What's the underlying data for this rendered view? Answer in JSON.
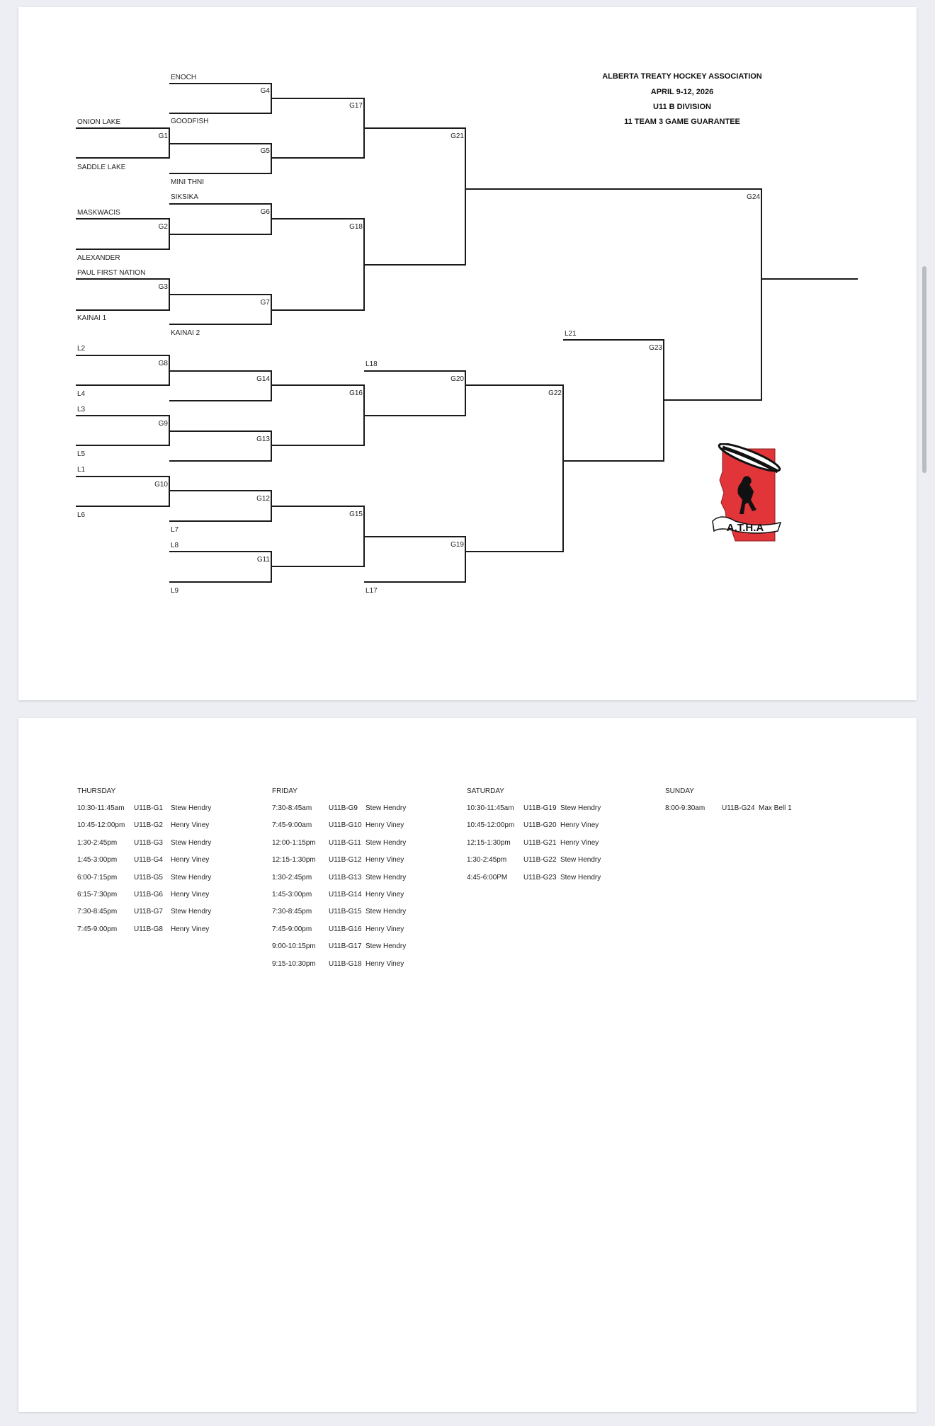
{
  "header": {
    "lines": [
      "ALBERTA TREATY HOCKEY ASSOCIATION",
      "APRIL 9-12, 2026",
      "U11 B DIVISION",
      "11 TEAM 3 GAME GUARANTEE"
    ]
  },
  "bracket": {
    "teams": {
      "enoch": "ENOCH",
      "goodfish": "GOODFISH",
      "onion_lake": "ONION LAKE",
      "saddle_lake": "SADDLE LAKE",
      "mini_thni": "MINI THNI",
      "siksika": "SIKSIKA",
      "maskwacis": "MASKWACIS",
      "alexander": "ALEXANDER",
      "paul": "PAUL FIRST NATION",
      "kainai1": "KAINAI 1",
      "kainai2": "KAINAI 2"
    },
    "losers": {
      "l1": "L1",
      "l2": "L2",
      "l3": "L3",
      "l4": "L4",
      "l5": "L5",
      "l6": "L6",
      "l7": "L7",
      "l8": "L8",
      "l9": "L9",
      "l17": "L17",
      "l18": "L18",
      "l21": "L21"
    },
    "games": {
      "g1": "G1",
      "g2": "G2",
      "g3": "G3",
      "g4": "G4",
      "g5": "G5",
      "g6": "G6",
      "g7": "G7",
      "g8": "G8",
      "g9": "G9",
      "g10": "G10",
      "g11": "G11",
      "g12": "G12",
      "g13": "G13",
      "g14": "G14",
      "g15": "G15",
      "g16": "G16",
      "g17": "G17",
      "g18": "G18",
      "g19": "G19",
      "g20": "G20",
      "g21": "G21",
      "g22": "G22",
      "g23": "G23",
      "g24": "G24"
    }
  },
  "logo": {
    "text": "A.T.H.A",
    "color": "#e2353a"
  },
  "schedule": [
    {
      "day": "THURSDAY",
      "rows": [
        [
          "10:30-11:45am",
          "U11B-G1",
          "Stew Hendry"
        ],
        [
          "10:45-12:00pm",
          "U11B-G2",
          "Henry Viney"
        ],
        [
          "1:30-2:45pm",
          "U11B-G3",
          "Stew Hendry"
        ],
        [
          "1:45-3:00pm",
          "U11B-G4",
          "Henry Viney"
        ],
        [
          "6:00-7:15pm",
          "U11B-G5",
          "Stew Hendry"
        ],
        [
          "6:15-7:30pm",
          "U11B-G6",
          "Henry Viney"
        ],
        [
          "7:30-8:45pm",
          "U11B-G7",
          "Stew Hendry"
        ],
        [
          "7:45-9:00pm",
          "U11B-G8",
          "Henry Viney"
        ]
      ]
    },
    {
      "day": "FRIDAY",
      "rows": [
        [
          "7:30-8:45am",
          "U11B-G9",
          "Stew Hendry"
        ],
        [
          "7:45-9:00am",
          "U11B-G10",
          "Henry Viney"
        ],
        [
          "12:00-1:15pm",
          "U11B-G11",
          "Stew Hendry"
        ],
        [
          "12:15-1:30pm",
          "U11B-G12",
          "Henry Viney"
        ],
        [
          "1:30-2:45pm",
          "U11B-G13",
          "Stew Hendry"
        ],
        [
          "1:45-3:00pm",
          "U11B-G14",
          "Henry Viney"
        ],
        [
          "7:30-8:45pm",
          "U11B-G15",
          "Stew Hendry"
        ],
        [
          "7:45-9:00pm",
          "U11B-G16",
          "Henry Viney"
        ],
        [
          "9:00-10:15pm",
          "U11B-G17",
          "Stew Hendry"
        ],
        [
          "9:15-10:30pm",
          "U11B-G18",
          "Henry Viney"
        ]
      ]
    },
    {
      "day": "SATURDAY",
      "rows": [
        [
          "10:30-11:45am",
          "U11B-G19",
          "Stew Hendry"
        ],
        [
          "10:45-12:00pm",
          "U11B-G20",
          "Henry Viney"
        ],
        [
          "12:15-1:30pm",
          "U11B-G21",
          "Henry Viney"
        ],
        [
          "1:30-2:45pm",
          "U11B-G22",
          "Stew Hendry"
        ],
        [
          "4:45-6:00PM",
          "U11B-G23",
          "Stew Hendry"
        ]
      ]
    },
    {
      "day": "SUNDAY",
      "rows": [
        [
          "8:00-9:30am",
          "U11B-G24",
          "Max Bell 1"
        ]
      ]
    }
  ]
}
